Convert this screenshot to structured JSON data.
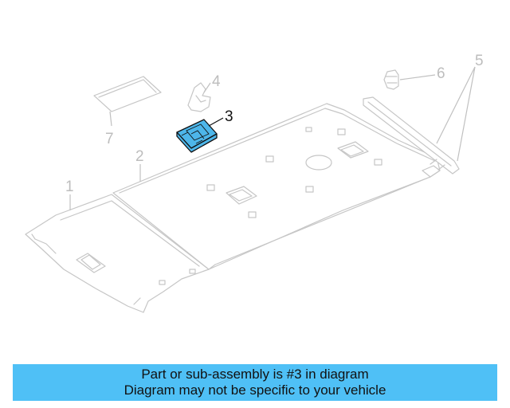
{
  "diagram": {
    "callouts": [
      {
        "id": "1",
        "label": "1"
      },
      {
        "id": "2",
        "label": "2"
      },
      {
        "id": "3",
        "label": "3"
      },
      {
        "id": "4",
        "label": "4"
      },
      {
        "id": "5",
        "label": "5"
      },
      {
        "id": "6",
        "label": "6"
      },
      {
        "id": "7",
        "label": "7"
      }
    ],
    "highlighted_part": "3",
    "highlight_color": "#4db6ea"
  },
  "banner": {
    "line1": "Part or sub-assembly is #3 in diagram",
    "line2": "Diagram may not be specific to your vehicle",
    "background": "#4fc0f6"
  }
}
